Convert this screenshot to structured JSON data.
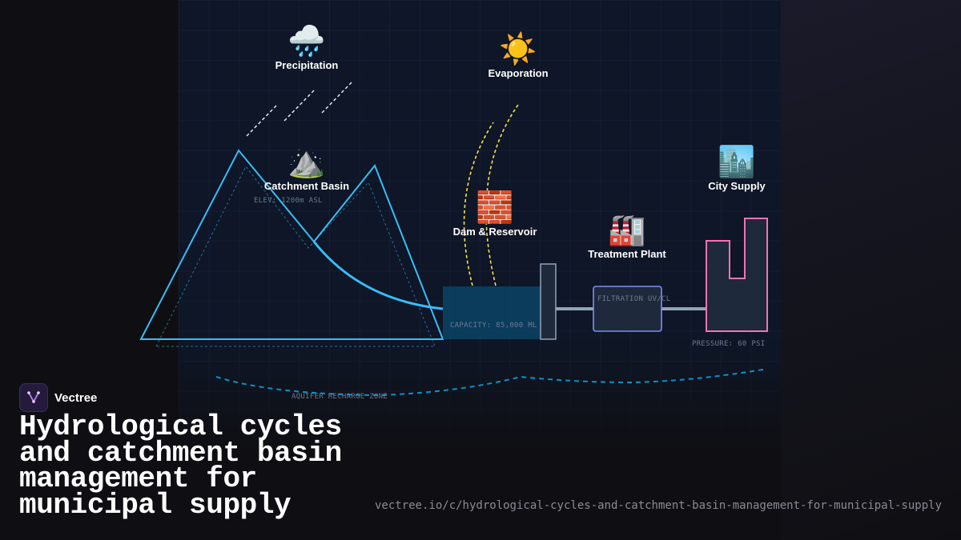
{
  "diagram": {
    "nodes": {
      "precipitation": {
        "icon": "rain-cloud-icon",
        "glyph": "🌧️",
        "label": "Precipitation"
      },
      "evaporation": {
        "icon": "sun-icon",
        "glyph": "☀️",
        "label": "Evaporation"
      },
      "catchment": {
        "icon": "mountain-icon",
        "glyph": "⛰️",
        "label": "Catchment Basin"
      },
      "dam": {
        "icon": "brick-wall-icon",
        "glyph": "🧱",
        "label": "Dam & Reservoir"
      },
      "treatment": {
        "icon": "factory-icon",
        "glyph": "🏭",
        "label": "Treatment Plant"
      },
      "city": {
        "icon": "city-icon",
        "glyph": "🏙️",
        "label": "City Supply"
      }
    },
    "annotations": {
      "elevation": "ELEV: 1200m ASL",
      "capacity": "CAPACITY: 85,000 ML",
      "filtration": "FILTRATION UV/CL",
      "pressure": "PRESSURE: 60 PSI",
      "aquifer": "AQUIFER RECHARGE ZONE"
    },
    "colors": {
      "mountain": "#38bdf8",
      "evaporation": "#fde047",
      "rain": "#e5e7eb",
      "reservoir": "#0c4a6e",
      "filtration": "#818cf8",
      "city": "#f472b6",
      "pipe": "#94a3b8"
    }
  },
  "brand": {
    "name": "Vectree",
    "logo_icon": "vectree-logo-icon"
  },
  "headline": "Hydrological cycles and catchment basin management for municipal supply",
  "url": "vectree.io/c/hydrological-cycles-and-catchment-basin-management-for-municipal-supply"
}
